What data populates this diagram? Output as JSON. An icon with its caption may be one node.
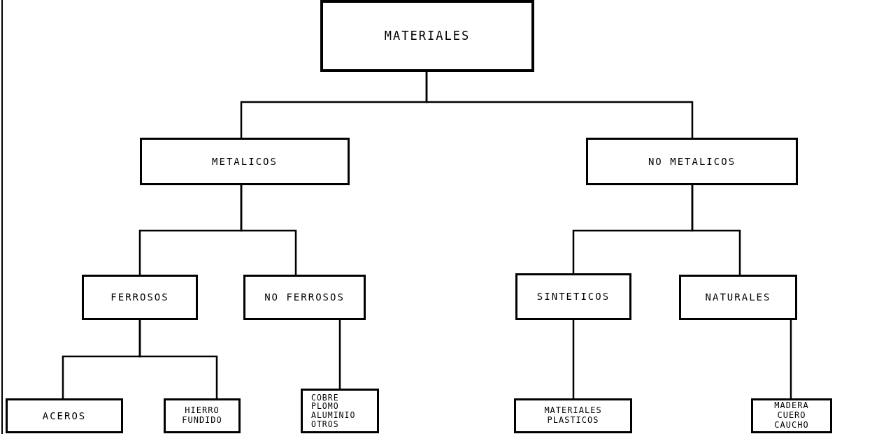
{
  "diagram": {
    "nodes": [
      {
        "text": [
          "MATERIALES"
        ]
      },
      {
        "text": [
          "METALICOS"
        ]
      },
      {
        "text": [
          "NO METALICOS"
        ]
      },
      {
        "text": [
          "FERROSOS"
        ]
      },
      {
        "text": [
          "NO FERROSOS"
        ]
      },
      {
        "text": [
          "SINTETICOS"
        ]
      },
      {
        "text": [
          "NATURALES"
        ]
      },
      {
        "text": [
          "ACEROS"
        ]
      },
      {
        "text": [
          "HIERRO FUNDIDO"
        ]
      },
      {
        "text": [
          "COBRE",
          "PLOMO",
          "ALUMINIO",
          "OTROS"
        ]
      },
      {
        "text": [
          "MATERIALES PLASTICOS"
        ]
      },
      {
        "text": [
          "MADERA",
          "CUERO",
          "CAUCHO"
        ]
      }
    ],
    "edges": [
      {
        "from": 0,
        "to": 1,
        "arrow": "none"
      },
      {
        "from": 0,
        "to": 2,
        "arrow": "none"
      },
      {
        "from": 1,
        "to": 3,
        "arrow": "none"
      },
      {
        "from": 1,
        "to": 4,
        "arrow": "none"
      },
      {
        "from": 2,
        "to": 5,
        "arrow": "none"
      },
      {
        "from": 2,
        "to": 6,
        "arrow": "none"
      },
      {
        "from": 3,
        "to": 7,
        "arrow": "none"
      },
      {
        "from": 3,
        "to": 8,
        "arrow": "none"
      },
      {
        "from": 4,
        "to": 9,
        "arrow": "none"
      },
      {
        "from": 5,
        "to": 10,
        "arrow": "none"
      },
      {
        "from": 6,
        "to": 11,
        "arrow": "none"
      }
    ]
  }
}
